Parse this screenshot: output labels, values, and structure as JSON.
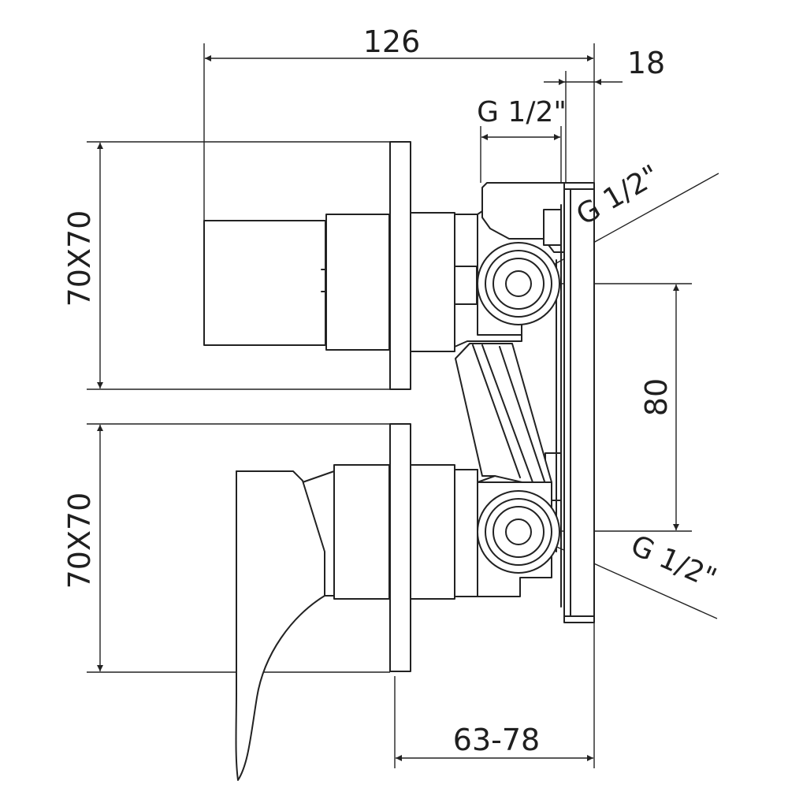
{
  "drawing": {
    "dimensions": {
      "overall_depth": "126",
      "flange_offset": "18",
      "inlet_thread_top": "G 1/2\"",
      "outlet_thread_upper": "G 1/2\"",
      "outlet_thread_lower": "G 1/2\"",
      "upper_plate_size": "70X70",
      "lower_plate_size": "70X70",
      "outlet_spacing": "80",
      "installation_depth": "63-78"
    },
    "colors": {
      "line": "#222222",
      "background": "#ffffff"
    }
  }
}
